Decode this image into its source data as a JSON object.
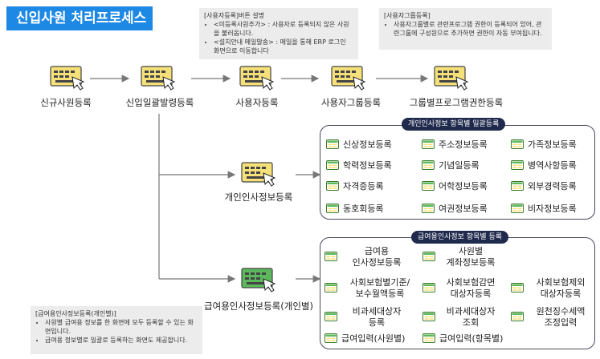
{
  "title": "신입사원 처리프로세스",
  "notes": {
    "user_reg": {
      "heading": "[사용자등록]버튼 설명",
      "bullets": [
        "<미등록사원추가> : 사용자로 등록되지 않은 사원을 불러옵니다.",
        "<설치안내 메일발송> : 메일을 통해 ERP 로그인 화면으로 이동합니다"
      ]
    },
    "group_reg": {
      "heading": "[사용자그룹등록]",
      "bullets": [
        "사용자그룹별로 관련프로그램 권한이 등록되어 있어, 관련그룹에 구성원으로 추가하면 권한이 자동 부여됩니다."
      ]
    },
    "payroll": {
      "heading": "[급여용인사정보등록(개인별)]",
      "bullets": [
        "사원별 급여용 정보를 한 화면에 모두 등록할 수 있는 화면입니다.",
        "급여용 정보별로 일괄로 등록하는 화면도 제공합니다."
      ]
    }
  },
  "flow": {
    "new_emp": "신규사원등록",
    "bulk": "신입일괄발령등록",
    "user": "사용자등록",
    "group": "사용자그룹등록",
    "perm": "그룹별프로그램권한등록",
    "hr": "개인인사정보등록",
    "pay": "급여용인사정보등록(개인별)"
  },
  "hr_group": {
    "title": "개인인사정보 항목별 일괄등록",
    "items": [
      "신상정보등록",
      "주소정보등록",
      "가족정보등록",
      "학력정보등록",
      "기념일등록",
      "병역사항등록",
      "자격증등록",
      "어학정보등록",
      "외부경력등록",
      "동호회등록",
      "여권정보등록",
      "비자정보등록"
    ]
  },
  "pay_group": {
    "title": "급여용인사정보 항목별 등록",
    "items": [
      "급여용\n인사정보등록",
      "사원별\n계좌정보등록",
      "사회보험별기준/\n보수월액등록",
      "사회보험감면\n대상자등록",
      "사회보험제외\n대상자등록",
      "비과세대상자\n등록",
      "비과세대상자\n조회",
      "원천징수세액\n조정입력",
      "급여입력(사원별)",
      "급여입력(항목별)"
    ]
  },
  "colors": {
    "accent": "#1e88e5",
    "navy": "#1f2a4d",
    "icon_yellow": "#f5e07a",
    "icon_green": "#5cb85c",
    "note_bg": "#ececec"
  }
}
